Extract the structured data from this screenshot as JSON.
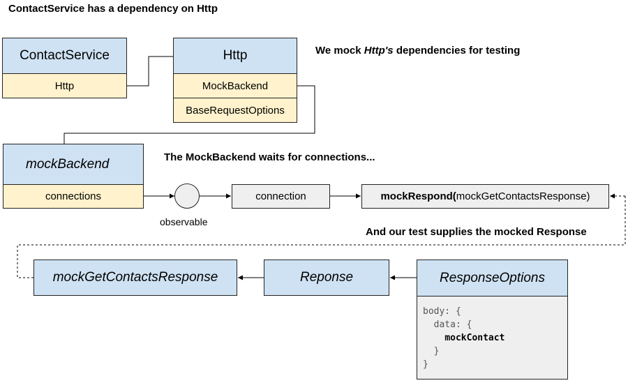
{
  "headings": {
    "top": "ContactService has a dependency on Http",
    "mock_prefix": "We mock ",
    "mock_em": "Http's",
    "mock_suffix": " dependencies for testing",
    "waits": "The MockBackend waits for connections...",
    "supplies": "And our test supplies the mocked Response"
  },
  "contact_service": {
    "title": "ContactService",
    "field": "Http"
  },
  "http": {
    "title": "Http",
    "fields": [
      "MockBackend",
      "BaseRequestOptions"
    ]
  },
  "mock_backend": {
    "title": "mockBackend",
    "field": "connections"
  },
  "observable": {
    "label": "observable"
  },
  "connection": {
    "label": "connection"
  },
  "mock_respond": {
    "fn": "mockRespond(",
    "arg": "mockGetContactsResponse)"
  },
  "mock_get_contacts_response": {
    "label": "mockGetContactsResponse"
  },
  "reponse": {
    "label": "Reponse"
  },
  "response_options": {
    "title": "ResponseOptions",
    "code": [
      "body: {",
      "  data: {",
      "    ",
      "  }",
      "}"
    ],
    "code_bold": "mockContact"
  },
  "colors": {
    "blue": "#cfe2f3",
    "yellow": "#fff2cc",
    "grey": "#efefef"
  }
}
